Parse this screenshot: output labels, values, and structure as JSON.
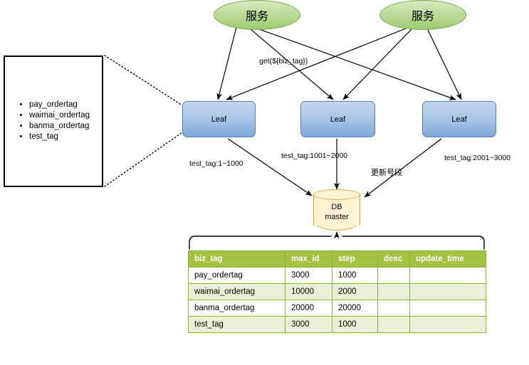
{
  "diagram": {
    "services": [
      {
        "label": "服务"
      },
      {
        "label": "服务"
      }
    ],
    "leaves": [
      {
        "label": "Leaf"
      },
      {
        "label": "Leaf"
      },
      {
        "label": "Leaf"
      }
    ],
    "database": {
      "line1": "DB",
      "line2": "master"
    },
    "edge_labels": {
      "request": "get(${biz_tag})",
      "leaf1_range": "test_tag:1~1000",
      "leaf2_range": "test_tag:1001~2000",
      "leaf3_range": "test_tag:2001~3000",
      "update_segment": "更新号段"
    },
    "callout_list": {
      "items": [
        "pay_ordertag",
        "waimai_ordertag",
        "banma_ordertag",
        "test_tag"
      ]
    }
  },
  "table": {
    "columns": [
      "biz_tag",
      "max_id",
      "step",
      "desc",
      "update_time"
    ],
    "rows": [
      {
        "biz_tag": "pay_ordertag",
        "max_id": "3000",
        "step": "1000",
        "desc": "",
        "update_time": ""
      },
      {
        "biz_tag": "waimai_ordertag",
        "max_id": "10000",
        "step": "2000",
        "desc": "",
        "update_time": ""
      },
      {
        "biz_tag": "banma_ordertag",
        "max_id": "20000",
        "step": "20000",
        "desc": "",
        "update_time": ""
      },
      {
        "biz_tag": "test_tag",
        "max_id": "3000",
        "step": "1000",
        "desc": "",
        "update_time": ""
      }
    ]
  },
  "colors": {
    "service_fill": "#bedc9c",
    "service_border": "#77a94f",
    "leaf_fill": "#aac7e8",
    "leaf_border": "#5981b8",
    "db_fill": "#fdf3d2",
    "db_border": "#d6a93a",
    "table_header": "#a2c23f",
    "table_row_alt": "#e9f0d7",
    "table_border": "#8cb52e",
    "stroke": "#000000"
  }
}
